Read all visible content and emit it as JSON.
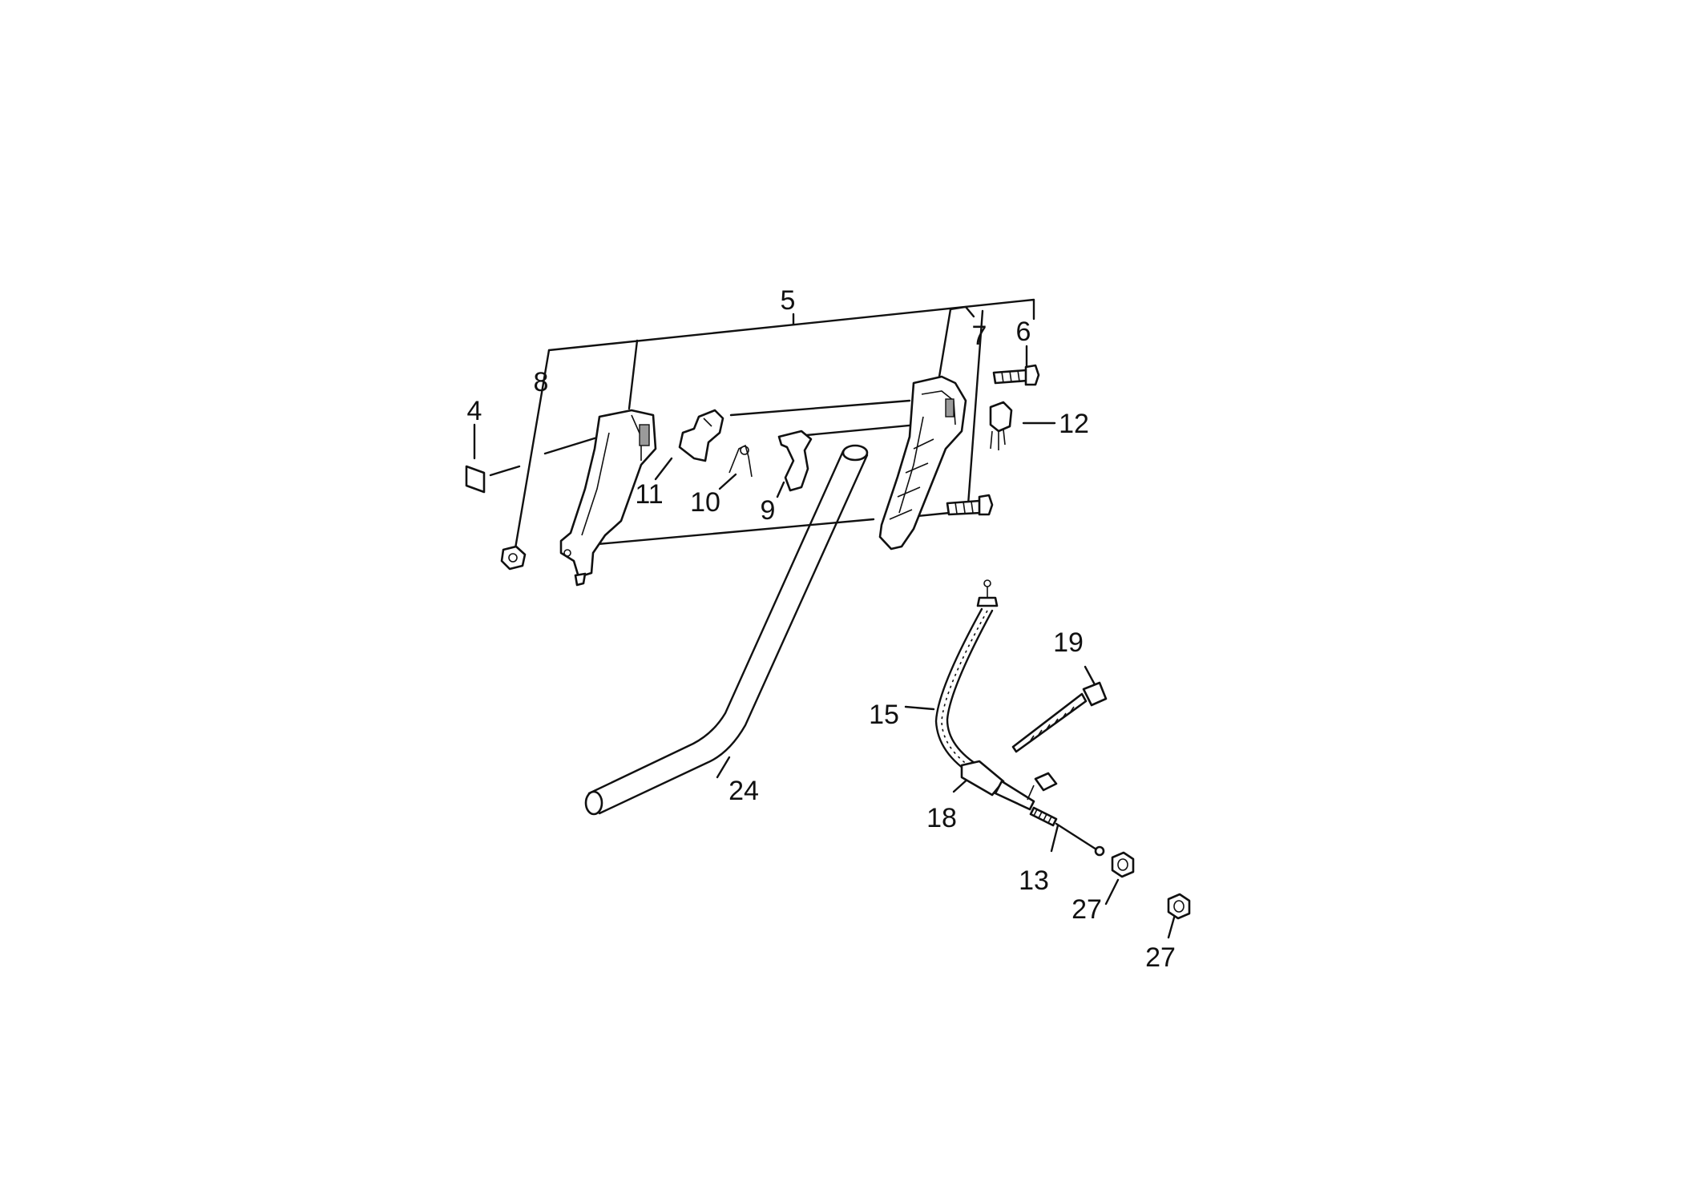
{
  "diagram": {
    "parts": [
      {
        "id": "p4",
        "label": "4"
      },
      {
        "id": "p5",
        "label": "5"
      },
      {
        "id": "p6",
        "label": "6"
      },
      {
        "id": "p7",
        "label": "7"
      },
      {
        "id": "p8",
        "label": "8"
      },
      {
        "id": "p9",
        "label": "9"
      },
      {
        "id": "p10",
        "label": "10"
      },
      {
        "id": "p11",
        "label": "11"
      },
      {
        "id": "p12",
        "label": "12"
      },
      {
        "id": "p13",
        "label": "13"
      },
      {
        "id": "p15",
        "label": "15"
      },
      {
        "id": "p18",
        "label": "18"
      },
      {
        "id": "p19",
        "label": "19"
      },
      {
        "id": "p24",
        "label": "24"
      },
      {
        "id": "p27a",
        "label": "27"
      },
      {
        "id": "p27b",
        "label": "27"
      }
    ]
  }
}
